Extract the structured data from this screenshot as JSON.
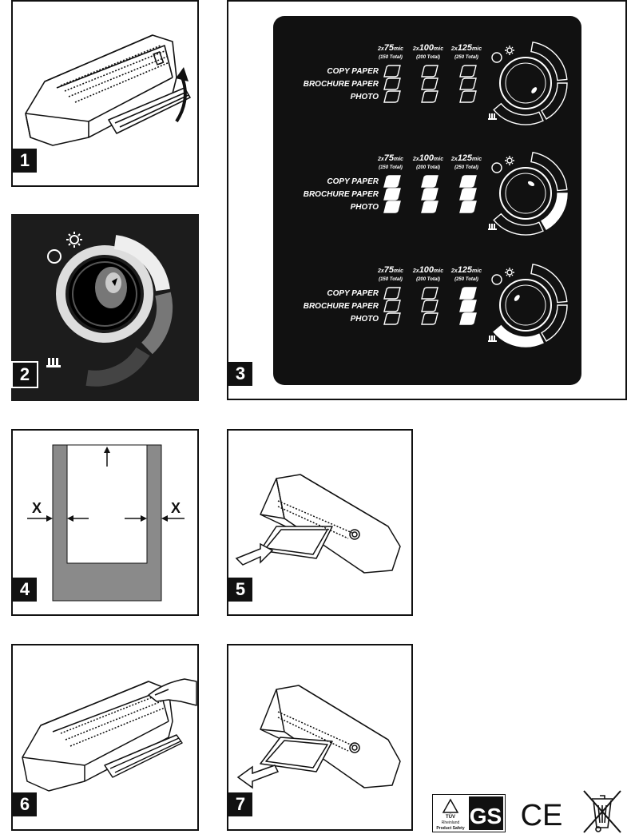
{
  "steps": [
    "1",
    "2",
    "3",
    "4",
    "5",
    "6",
    "7"
  ],
  "panel3": {
    "columns": [
      {
        "amount": "2x",
        "value": "75",
        "unit": "mic",
        "total": "(150 Total)"
      },
      {
        "amount": "2x",
        "value": "100",
        "unit": "mic",
        "total": "(200 Total)"
      },
      {
        "amount": "2x",
        "value": "125",
        "unit": "mic",
        "total": "(250 Total)"
      }
    ],
    "paper_types": [
      "COPY PAPER",
      "BROCHURE PAPER",
      "PHOTO"
    ]
  },
  "panel4": {
    "edge_label_left": "X",
    "edge_label_right": "X"
  },
  "certifications": {
    "tuv_text_1": "TÜV",
    "tuv_text_2": "Rheinland",
    "tuv_text_3": "Product Safety",
    "gs_mark": "GS",
    "ce_mark": "CE"
  }
}
